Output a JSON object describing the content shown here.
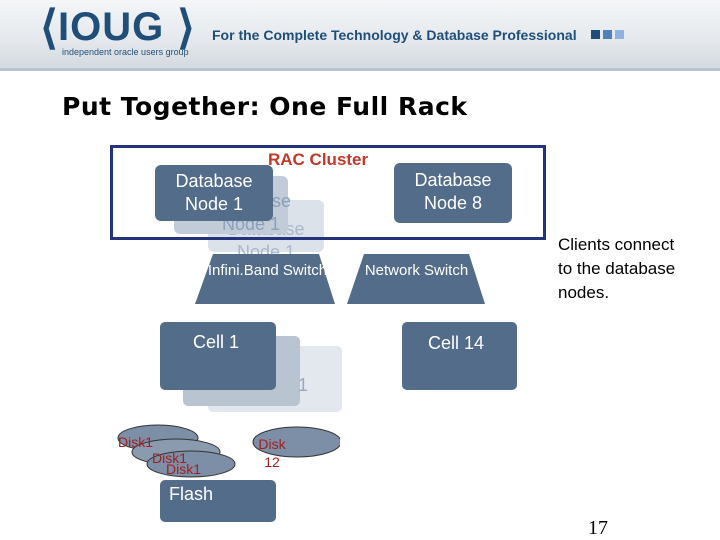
{
  "header": {
    "logo_text": "IOUG",
    "logo_subtitle": "independent oracle users group",
    "tagline": "For the Complete Technology & Database Professional",
    "colors": {
      "brand": "#1f4e79",
      "square_1": "#1f4e79",
      "square_2": "#4f81bd",
      "square_3": "#8db3e2"
    }
  },
  "slide": {
    "title": "Put Together: One Full Rack",
    "page_number": "17"
  },
  "diagram": {
    "rac_cluster_label": "RAC Cluster",
    "node_first": "Database Node 1",
    "node_last": "Database Node 8",
    "ghost_nodes": [
      "Database Node 1",
      "Database Node 1"
    ],
    "infiniband_switch": "Infini.Band Switch",
    "network_switch": "Network Switch",
    "cell_first": "Cell 1",
    "cell_last": "Cell 14",
    "ghost_cell_text": "1",
    "disks": [
      "Disk1",
      "Disk1",
      "Disk1"
    ],
    "disk_last": "Disk 12",
    "flash": "Flash",
    "clients_note": "Clients connect to the database nodes.",
    "colors": {
      "box": "#536c8a",
      "frame": "#25337a",
      "accent_red": "#c0392b",
      "disk": "#7d8fa6"
    }
  }
}
